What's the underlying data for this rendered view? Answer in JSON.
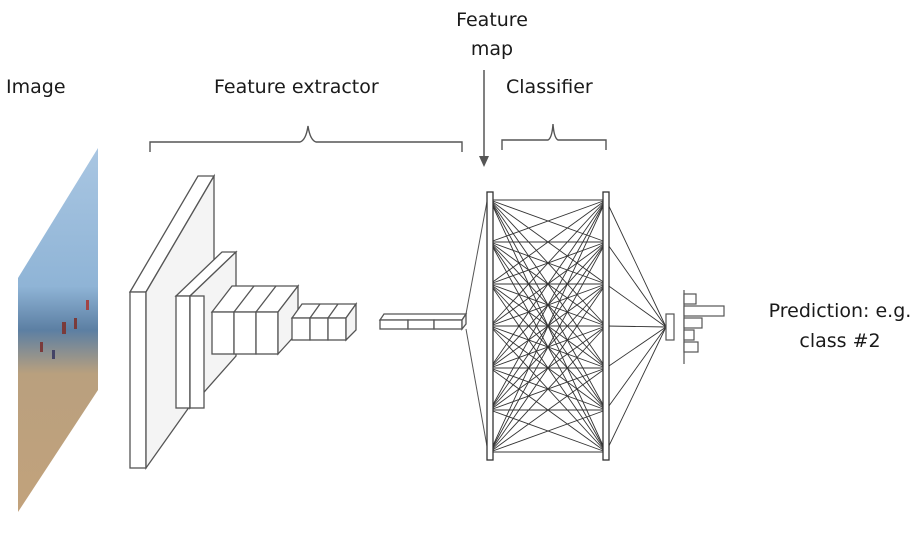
{
  "labels": {
    "image": "Image",
    "feature_extractor": "Feature extractor",
    "feature_map_line1": "Feature",
    "feature_map_line2": "map",
    "classifier": "Classifier",
    "prediction_line1": "Prediction: e.g.",
    "prediction_line2": "class #2"
  },
  "icons": [
    "beach-photo",
    "conv-layer-blocks",
    "fully-connected-network",
    "bar-chart-output",
    "down-arrow",
    "curly-bracket"
  ],
  "colors": {
    "text": "#1a1a1a",
    "stroke": "#555555",
    "sky": "#8fb4d6",
    "sea": "#5c7fa3",
    "sand": "#c2a27c"
  }
}
